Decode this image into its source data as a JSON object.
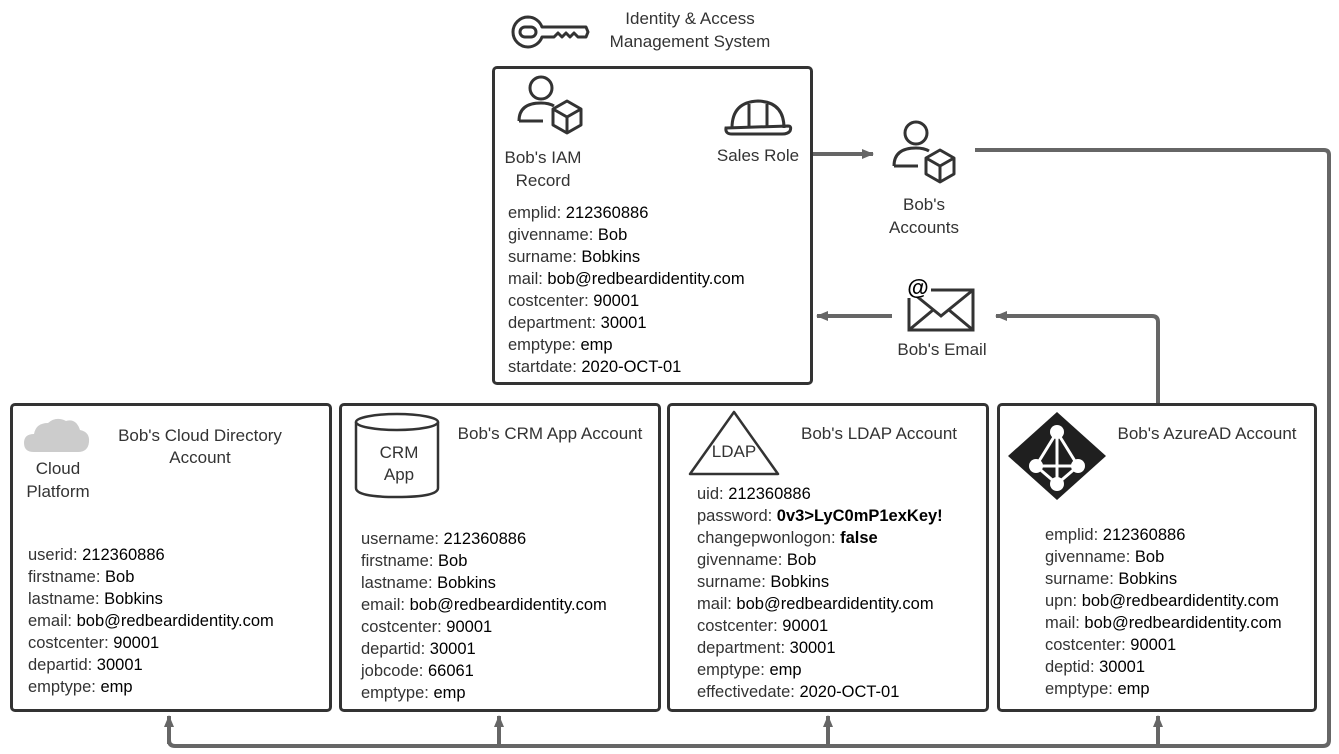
{
  "iam": {
    "title_line1": "Identity & Access",
    "title_line2": "Management System",
    "record_label_line1": "Bob's IAM",
    "record_label_line2": "Record",
    "role_label": "Sales Role",
    "attributes": [
      {
        "key": "emplid: ",
        "value": "212360886"
      },
      {
        "key": "givenname: ",
        "value": "Bob"
      },
      {
        "key": "surname: ",
        "value": "Bobkins"
      },
      {
        "key": "mail: ",
        "value": "bob@redbeardidentity.com"
      },
      {
        "key": "costcenter: ",
        "value": "90001"
      },
      {
        "key": "department: ",
        "value": "30001"
      },
      {
        "key": "emptype: ",
        "value": "emp"
      },
      {
        "key": "startdate: ",
        "value": "2020-OCT-01"
      }
    ]
  },
  "accounts_node": {
    "line1": "Bob's",
    "line2": "Accounts"
  },
  "email_node": {
    "label": "Bob's Email"
  },
  "cloud": {
    "title_line1": "Bob's Cloud Directory",
    "title_line2": "Account",
    "icon_label_line1": "Cloud",
    "icon_label_line2": "Platform",
    "attributes": [
      {
        "key": "userid: ",
        "value": "212360886"
      },
      {
        "key": "firstname: ",
        "value": "Bob"
      },
      {
        "key": "lastname: ",
        "value": "Bobkins"
      },
      {
        "key": "email: ",
        "value": "bob@redbeardidentity.com"
      },
      {
        "key": "costcenter: ",
        "value": "90001"
      },
      {
        "key": "departid: ",
        "value": "30001"
      },
      {
        "key": "emptype: ",
        "value": "emp"
      }
    ]
  },
  "crm": {
    "title": "Bob's CRM App Account",
    "icon_label_line1": "CRM",
    "icon_label_line2": "App",
    "attributes": [
      {
        "key": "username: ",
        "value": "212360886"
      },
      {
        "key": "firstname: ",
        "value": "Bob"
      },
      {
        "key": "lastname: ",
        "value": "Bobkins"
      },
      {
        "key": "email: ",
        "value": "bob@redbeardidentity.com"
      },
      {
        "key": "costcenter: ",
        "value": "90001"
      },
      {
        "key": "departid: ",
        "value": "30001"
      },
      {
        "key": "jobcode:  ",
        "value": "66061"
      },
      {
        "key": "emptype: ",
        "value": "emp"
      }
    ]
  },
  "ldap": {
    "title": "Bob's LDAP Account",
    "icon_label": "LDAP",
    "attributes": [
      {
        "key": "uid: ",
        "value": "212360886"
      },
      {
        "key": "password: ",
        "value": "0v3>LyC0mP1exKey!",
        "bold": true
      },
      {
        "key": "changepwonlogon: ",
        "value": "false",
        "bold": true
      },
      {
        "key": "givenname: ",
        "value": "Bob"
      },
      {
        "key": "surname: ",
        "value": "Bobkins"
      },
      {
        "key": "mail: ",
        "value": "bob@redbeardidentity.com"
      },
      {
        "key": "costcenter: ",
        "value": "90001"
      },
      {
        "key": "department: ",
        "value": "30001"
      },
      {
        "key": "emptype: ",
        "value": "emp"
      },
      {
        "key": "effectivedate: ",
        "value": "2020-OCT-01"
      }
    ]
  },
  "azure": {
    "title": "Bob's AzureAD Account",
    "attributes": [
      {
        "key": "emplid: ",
        "value": "212360886"
      },
      {
        "key": "givenname: ",
        "value": "Bob"
      },
      {
        "key": "surname: ",
        "value": "Bobkins"
      },
      {
        "key": "upn: ",
        "value": "bob@redbeardidentity.com"
      },
      {
        "key": "mail: ",
        "value": "bob@redbeardidentity.com"
      },
      {
        "key": "costcenter: ",
        "value": "90001"
      },
      {
        "key": "deptid: ",
        "value": "30001"
      },
      {
        "key": "emptype: ",
        "value": "emp"
      }
    ]
  },
  "colors": {
    "stroke": "#333333",
    "arrow": "#666666",
    "cloud": "#cccccc"
  },
  "icons": [
    "key-icon",
    "user-cube-icon",
    "hard-hat-icon",
    "email-icon",
    "cloud-icon",
    "database-icon",
    "ldap-triangle-icon",
    "azure-ad-icon"
  ]
}
